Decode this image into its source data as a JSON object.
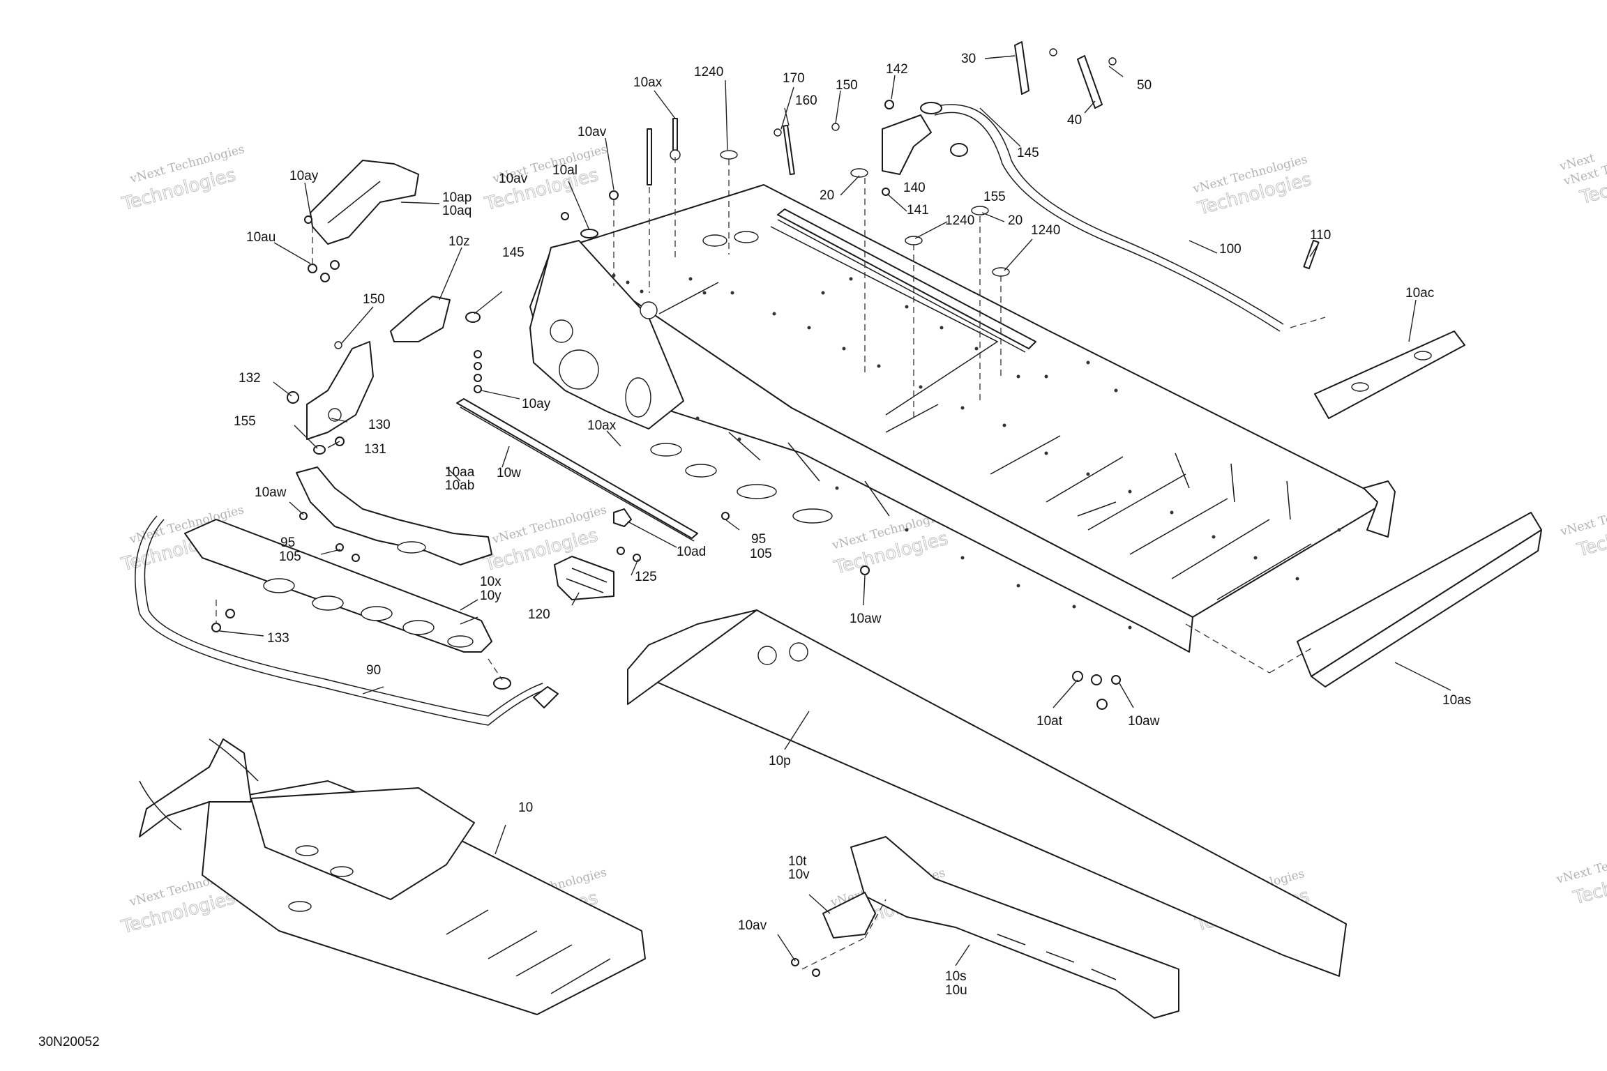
{
  "drawing": {
    "code": "30N20052"
  },
  "watermark": {
    "line1": "vNext Technologies",
    "line2": "Technologies",
    "line_top": "vNext"
  },
  "callouts": {
    "c30": "30",
    "c50": "50",
    "c40": "40",
    "c142": "142",
    "c145a": "145",
    "c145b": "145",
    "c150a": "150",
    "c150b": "150",
    "c170": "170",
    "c160": "160",
    "c1240a": "1240",
    "c1240b": "1240",
    "c1240c": "1240",
    "c10ax_a": "10ax",
    "c10ax_b": "10ax",
    "c10av_a": "10av",
    "c10av_b": "10av",
    "c10av_c": "10av",
    "c10al": "10al",
    "c10ay_a": "10ay",
    "c10ay_b": "10ay",
    "c10ap": "10ap",
    "c10aq": "10aq",
    "c10au": "10au",
    "c10z": "10z",
    "c132": "132",
    "c130": "130",
    "c155a": "155",
    "c155b": "155",
    "c131": "131",
    "c140": "140",
    "c141": "141",
    "c20a": "20",
    "c20b": "20",
    "c100": "100",
    "c110": "110",
    "c10ac": "10ac",
    "c10w": "10w",
    "c10aa": "10aa",
    "c10ab": "10ab",
    "c10aw_a": "10aw",
    "c10aw_b": "10aw",
    "c10aw_c": "10aw",
    "c95a": "95",
    "c105a": "105",
    "c95b": "95",
    "c105b": "105",
    "c10x": "10x",
    "c10y": "10y",
    "c133": "133",
    "c90": "90",
    "c10ad": "10ad",
    "c125": "125",
    "c120": "120",
    "c10as": "10as",
    "c10at": "10at",
    "c10p": "10p",
    "c10": "10",
    "c10t": "10t",
    "c10v": "10v",
    "c10s": "10s",
    "c10u": "10u"
  }
}
